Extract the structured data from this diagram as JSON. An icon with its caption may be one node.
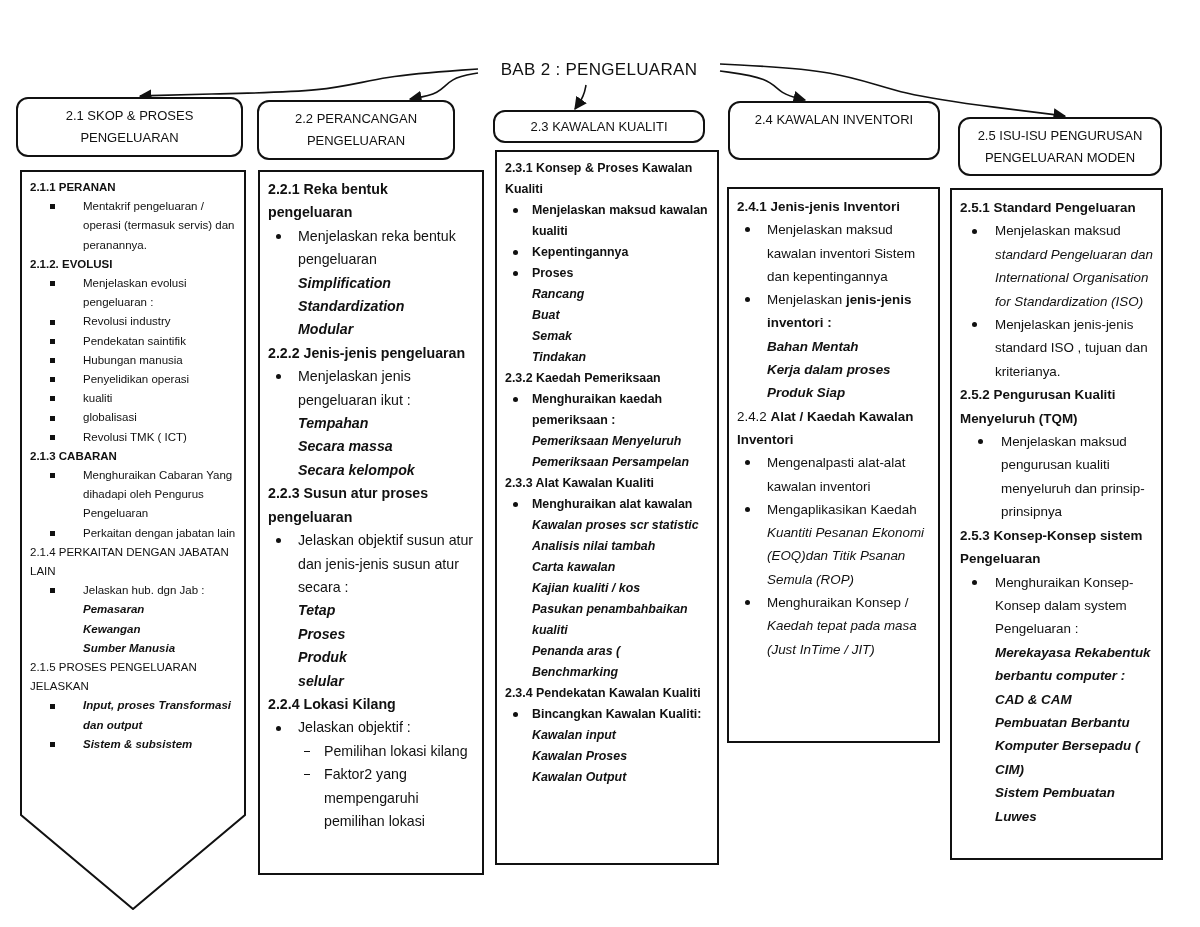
{
  "diagram": {
    "nodes": [
      {
        "text": [
          "BAB 2 : PENGELUARAN"
        ]
      },
      {
        "text": [
          "2.1 SKOP & PROSES PENGELUARAN"
        ]
      },
      {
        "text": [
          "2.2 PERANCANGAN PENGELUARAN"
        ]
      },
      {
        "text": [
          "2.3 KAWALAN KUALITI"
        ]
      },
      {
        "text": [
          "2.4 KAWALAN INVENTORI"
        ]
      },
      {
        "text": [
          "2.5 ISU-ISU PENGURUSAN PENGELUARAN MODEN"
        ]
      },
      {
        "text": [
          "2.1.1 PERANAN",
          "Mentakrif pengeluaran / operasi (termasuk servis) dan peranannya.",
          "2.1.2. EVOLUSI",
          "Menjelaskan evolusi pengeluaran :",
          "Revolusi industry",
          "Pendekatan saintifik",
          "Hubungan manusia",
          "Penyelidikan operasi",
          "kualiti",
          "globalisasi",
          "Revolusi TMK ( ICT)",
          "2.1.3 CABARAN",
          "Menghuraikan Cabaran Yang dihadapi oleh Pengurus Pengeluaran",
          "Perkaitan dengan jabatan lain",
          "2.1.4 PERKAITAN DENGAN JABATAN LAIN",
          "Jelaskan hub. dgn Jab :",
          "Pemasaran",
          "Kewangan",
          "Sumber Manusia",
          "2.1.5 PROSES PENGELUARAN JELASKAN",
          "Input, proses Transformasi dan output",
          "Sistem & subsistem"
        ]
      },
      {
        "text": [
          "2.2.1 Reka bentuk pengeluaran",
          "Menjelaskan reka bentuk pengeluaran",
          "Simplification",
          "Standardization",
          "Modular",
          "2.2.2 Jenis-jenis pengeluaran",
          "Menjelaskan jenis pengeluaran ikut :",
          "Tempahan",
          "Secara massa",
          "Secara kelompok",
          "2.2.3 Susun atur proses pengeluaran",
          "Jelaskan objektif susun atur dan jenis-jenis susun atur secara :",
          "Tetap",
          "Proses",
          "Produk",
          "selular",
          "2.2.4 Lokasi Kilang",
          "Jelaskan objektif :",
          "Pemilihan lokasi kilang",
          "Faktor2 yang mempengaruhi pemilihan lokasi"
        ]
      },
      {
        "text": [
          "2.3.1 Konsep & Proses Kawalan Kualiti",
          "Menjelaskan maksud kawalan kualiti",
          "Kepentingannya",
          "Proses",
          "Rancang",
          "Buat",
          "Semak",
          "Tindakan",
          "2.3.2 Kaedah Pemeriksaan",
          "Menghuraikan kaedah pemeriksaan :",
          "Pemeriksaan Menyeluruh",
          "Pemeriksaan Persampelan",
          "2.3.3 Alat Kawalan Kualiti",
          "Menghuraikan alat kawalan",
          "Kawalan proses scr statistic",
          "Analisis nilai tambah",
          "Carta kawalan",
          "Kajian kualiti / kos",
          "Pasukan penambahbaikan kualiti",
          "Penanda aras ( Benchmarking",
          "2.3.4 Pendekatan Kawalan Kualiti",
          "Bincangkan Kawalan Kualiti:",
          "Kawalan input",
          "Kawalan Proses",
          "Kawalan Output"
        ]
      },
      {
        "text": [
          "2.4.1 Jenis-jenis Inventori",
          "Menjelaskan maksud kawalan inventori Sistem dan kepentingannya",
          "Menjelaskan **jenis-jenis inventori :**",
          "Bahan Mentah",
          "Kerja dalam proses",
          "Produk Siap",
          "2.4.2 **Alat / Kaedah Kawalan Inventori**",
          "Mengenalpasti alat-alat kawalan inventori",
          "Mengaplikasikan Kaedah *Kuantiti Pesanan Ekonomi (EOQ)dan Titik Psanan Semula (ROP)*",
          "Menghuraikan Konsep / *Kaedah tepat pada masa (Just InTime / JIT)*"
        ]
      },
      {
        "text": [
          "2.5.1 Standard Pengeluaran",
          "Menjelaskan maksud *standard Pengeluaran dan International Organisation for Standardization (ISO)*",
          "Menjelaskan jenis-jenis standard ISO , tujuan dan kriterianya.",
          "2.5.2 Pengurusan Kualiti Menyeluruh (TQM)",
          "Menjelaskan maksud pengurusan kualiti menyeluruh dan prinsip-prinsipnya",
          "2.5.3 Konsep-Konsep sistem Pengeluaran",
          "Menghuraikan Konsep-Konsep dalam system Pengeluaran :",
          "Merekayasa Rekabentuk berbantu computer : CAD & CAM",
          "Pembuatan Berbantu Komputer Bersepadu ( CIM)",
          "Sistem Pembuatan Luwes"
        ]
      }
    ],
    "edges": [
      {
        "from": 0,
        "to": 1,
        "arrow": "to"
      },
      {
        "from": 0,
        "to": 2,
        "arrow": "to"
      },
      {
        "from": 0,
        "to": 3,
        "arrow": "to"
      },
      {
        "from": 0,
        "to": 4,
        "arrow": "to"
      },
      {
        "from": 0,
        "to": 5,
        "arrow": "to"
      }
    ]
  }
}
